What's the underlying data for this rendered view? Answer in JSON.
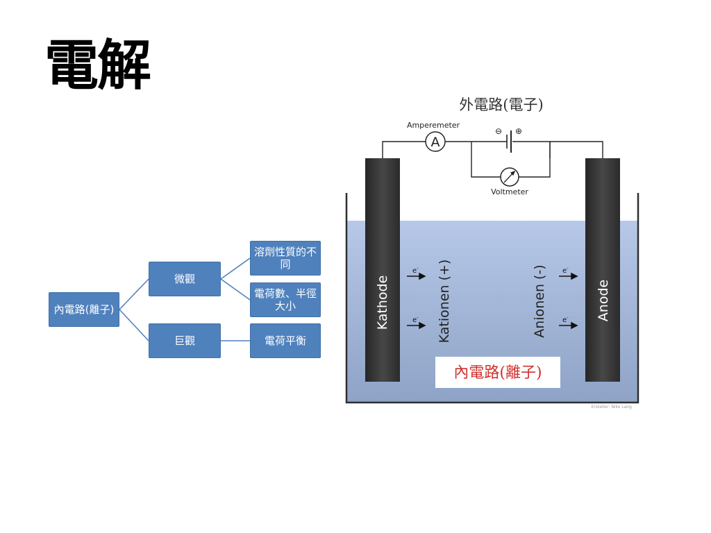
{
  "slide": {
    "title": "電解"
  },
  "tree": {
    "root": "內電路(離子)",
    "branches": [
      {
        "label": "微觀",
        "children": [
          "溶劑性質的不同",
          "電荷數、半徑大小"
        ]
      },
      {
        "label": "巨觀",
        "children": [
          "電荷平衡"
        ]
      }
    ]
  },
  "cell": {
    "external_label": "外電路(電子)",
    "ammeter_label": "Amperemeter",
    "ammeter_symbol": "A",
    "voltmeter_label": "Voltmeter",
    "battery_minus": "⊖",
    "battery_plus": "⊕",
    "cathode_label": "Kathode",
    "anode_label": "Anode",
    "cation_label": "Kationen (+)",
    "anion_label": "Anionen (-)",
    "electron_symbol": "e",
    "electron_superscript": "-",
    "internal_label": "內電路(離子)",
    "credit": "Ersteller: Niko Lang",
    "colors": {
      "electrode": "#3a3a3a",
      "electrolyte_top": "#b7c8e8",
      "electrolyte_bottom": "#8ea3c6",
      "internal_label": "#d0312d"
    }
  }
}
